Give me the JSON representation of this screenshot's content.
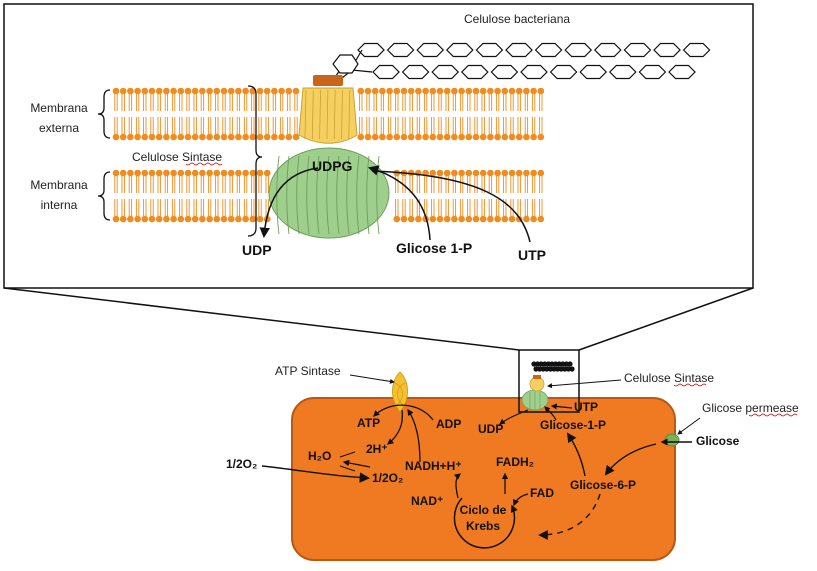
{
  "inset": {
    "title_celulose": "Celulose bacteriana",
    "membrana_externa": [
      "Membrana",
      "externa"
    ],
    "membrana_interna": [
      "Membrana",
      "interna"
    ],
    "celulose_sintase": "Celulose Sintase",
    "udpg": "UDPG",
    "udp": "UDP",
    "glicose1p": "Glicose 1-P",
    "utp": "UTP"
  },
  "cell": {
    "atp_sintase": "ATP Sintase",
    "celulose_sintase": "Celulose Sintase",
    "glicose_permease": "Glicose permease",
    "glicose": "Glicose",
    "atp": "ATP",
    "adp": "ADP",
    "h_plus": "2H⁺",
    "h2o": "H₂O",
    "half_o2_in": "1/2O₂",
    "half_o2": "1/2O₂",
    "nadh": "NADH+H⁺",
    "nad": "NAD⁺",
    "fadh2": "FADH₂",
    "fad": "FAD",
    "ciclo": [
      "Ciclo de",
      "Krebs"
    ],
    "udp": "UDP",
    "utp": "UTP",
    "glicose1p": "Glicose-1-P",
    "glicose6p": "Glicose-6-P"
  },
  "colors": {
    "cell_fill": "#f07a22",
    "cell_edge": "#b85a15",
    "lipid_head": "#f08c1e",
    "synthase_yellow": "#f5d060",
    "synthase_green": "#9fcf8c",
    "permease_green": "#7db05c"
  }
}
